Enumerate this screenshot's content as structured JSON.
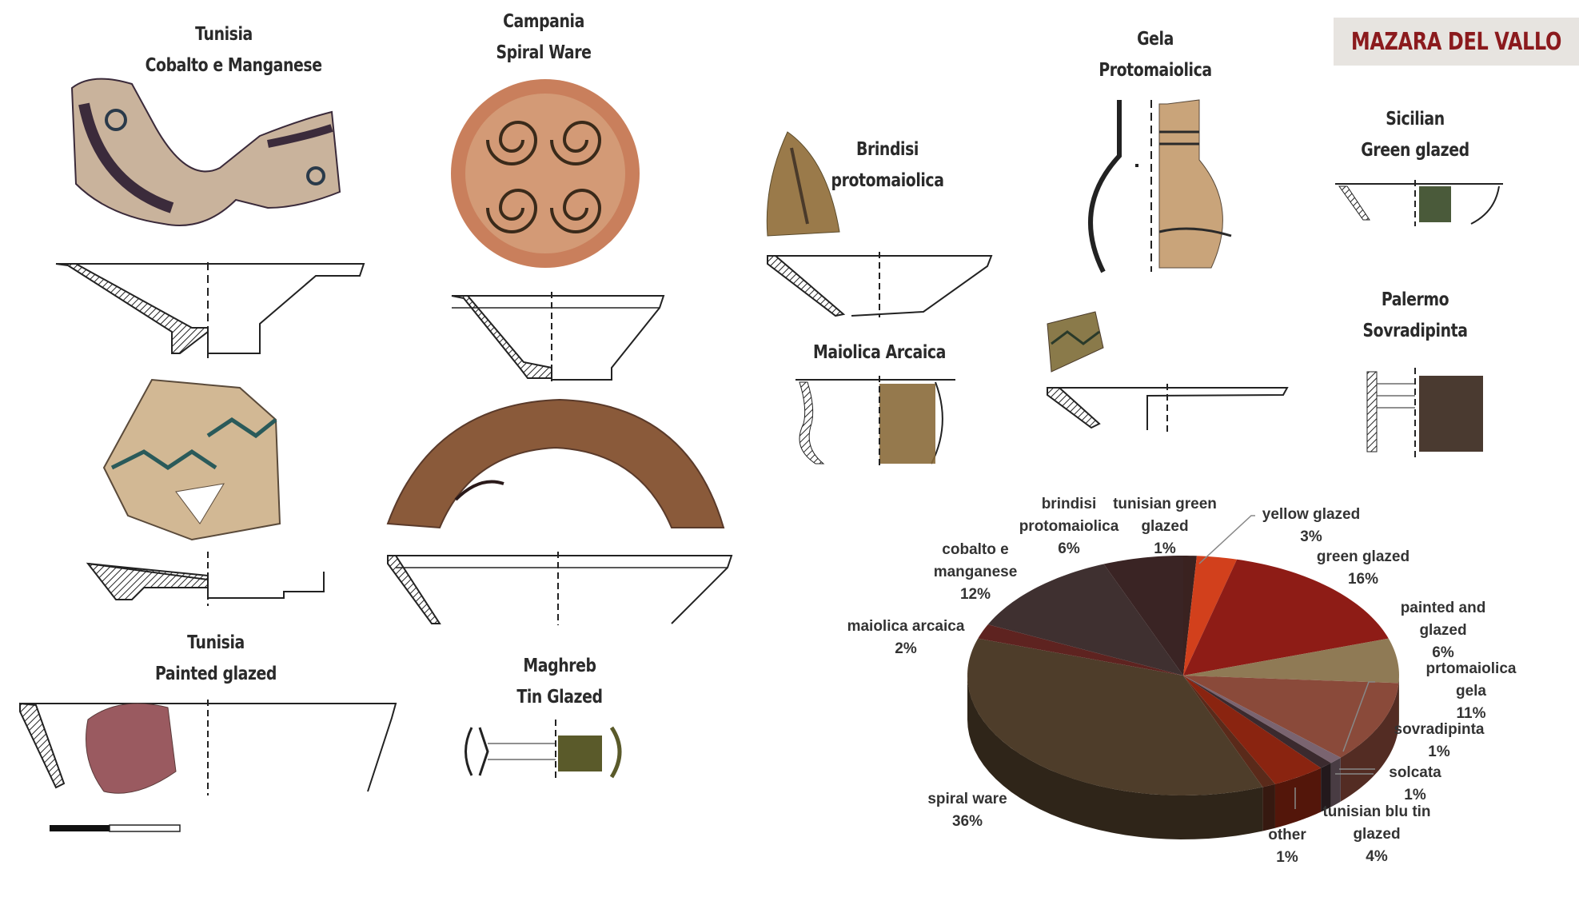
{
  "header": {
    "site_banner": "MAZARA DEL VALLO",
    "banner_bg": "#e7e4e0",
    "banner_color": "#8b1a1d"
  },
  "ware_types": [
    {
      "id": "tunisia-cobalto",
      "line1": "Tunisia",
      "line2": "Cobalto  e Manganese"
    },
    {
      "id": "campania-spiral",
      "line1": "Campania",
      "line2": "Spiral Ware"
    },
    {
      "id": "brindisi-proto",
      "line1": "Brindisi",
      "line2": "protomaiolica"
    },
    {
      "id": "gela-proto",
      "line1": "Gela",
      "line2": "Protomaiolica"
    },
    {
      "id": "sicilian-green",
      "line1": "Sicilian",
      "line2": "Green glazed"
    },
    {
      "id": "maiolica-arcaica",
      "line1": "Maiolica Arcaica",
      "line2": ""
    },
    {
      "id": "palermo-sovradipinta",
      "line1": "Palermo",
      "line2": "Sovradipinta"
    },
    {
      "id": "tunisia-painted",
      "line1": "Tunisia",
      "line2": "Painted glazed"
    },
    {
      "id": "maghreb-tin",
      "line1": "Maghreb",
      "line2": "Tin Glazed"
    }
  ],
  "chart_data": {
    "type": "pie",
    "style": "3d-exploded-perspective",
    "title": "",
    "start_angle_deg": 0,
    "direction": "clockwise",
    "slices": [
      {
        "label": "tunisian green glazed",
        "value": 1,
        "color": "#3a2220"
      },
      {
        "label": "yellow glazed",
        "value": 3,
        "color": "#d2401c"
      },
      {
        "label": "green glazed",
        "value": 16,
        "color": "#8e1c16"
      },
      {
        "label": "painted and glazed",
        "value": 6,
        "color": "#8f7a55"
      },
      {
        "label": "prtomaiolica gela",
        "value": 11,
        "color": "#8a4a3a"
      },
      {
        "label": "sovradipinta",
        "value": 1,
        "color": "#7a6470"
      },
      {
        "label": "solcata",
        "value": 1,
        "color": "#3b2a2e"
      },
      {
        "label": "tunisian blu tin glazed",
        "value": 4,
        "color": "#8a2410"
      },
      {
        "label": "other",
        "value": 1,
        "color": "#5a2a1a"
      },
      {
        "label": "spiral ware",
        "value": 36,
        "color": "#4e3d2a"
      },
      {
        "label": "maiolica arcaica",
        "value": 2,
        "color": "#5e2320"
      },
      {
        "label": "cobalto e manganese",
        "value": 12,
        "color": "#3f3030"
      },
      {
        "label": "brindisi protomaiolica",
        "value": 6,
        "color": "#3a2424"
      }
    ],
    "labels": [
      {
        "l1": "brindisi",
        "l2": "protomaiolica",
        "pct": "6%"
      },
      {
        "l1": "tunisian green",
        "l2": "glazed",
        "pct": "1%"
      },
      {
        "l1": "yellow glazed",
        "l2": "",
        "pct": "3%"
      },
      {
        "l1": "green glazed",
        "l2": "",
        "pct": "16%"
      },
      {
        "l1": "cobalto e",
        "l2": "manganese",
        "pct": "12%"
      },
      {
        "l1": "painted and",
        "l2": "glazed",
        "pct": "6%"
      },
      {
        "l1": "maiolica arcaica",
        "l2": "",
        "pct": "2%"
      },
      {
        "l1": "prtomaiolica",
        "l2": "gela",
        "pct": "11%"
      },
      {
        "l1": "sovradipinta",
        "l2": "",
        "pct": "1%"
      },
      {
        "l1": "solcata",
        "l2": "",
        "pct": "1%"
      },
      {
        "l1": "spiral ware",
        "l2": "",
        "pct": "36%"
      },
      {
        "l1": "tunisian blu tin",
        "l2": "glazed",
        "pct": "4%"
      },
      {
        "l1": "other",
        "l2": "",
        "pct": "1%"
      }
    ],
    "legend": "none (data labels)"
  }
}
